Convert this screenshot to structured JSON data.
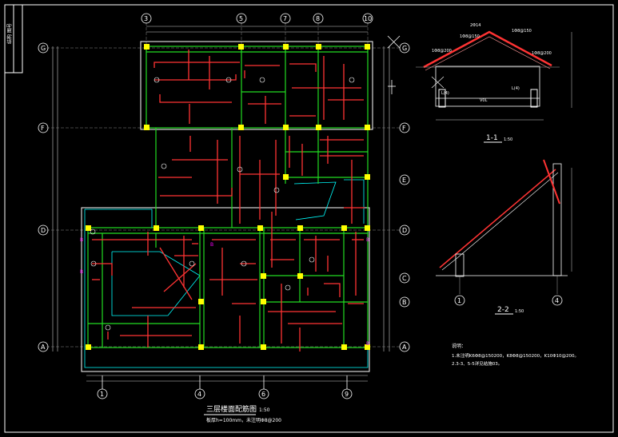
{
  "sheet": {
    "side_label": "结构 图号"
  },
  "plan": {
    "title": "三层楼面配筋图",
    "scale": "1:50",
    "note": "板厚h=100mm，未注明Φ8@200",
    "col_axes": [
      "3",
      "5",
      "7",
      "8",
      "10"
    ],
    "row_axes_left": [
      "G",
      "F",
      "D",
      "A"
    ],
    "row_axes_right": [
      "G",
      "F",
      "E",
      "D",
      "C",
      "B",
      "A"
    ],
    "bottom_axes": [
      "1",
      "4",
      "6",
      "9"
    ]
  },
  "section_1": {
    "title": "1-1",
    "scale": "1:50",
    "labels": [
      "2Φ14",
      "1Φ8@150",
      "1Φ8@150",
      "1Φ8@200",
      "1Φ8@200",
      "L(4)",
      "L(4)",
      "V0L"
    ]
  },
  "section_2": {
    "title": "2-2",
    "scale": "1:50",
    "axis_left": "1",
    "axis_right": "4"
  },
  "notes": {
    "heading": "说明：",
    "line1": "1.未注明K6Φ8@150200，K8Φ8@150200，K10Φ10@200。",
    "line2": "2.3-3、5-5详见结施03。"
  },
  "colors": {
    "frame": "#ffffff",
    "beam": "#22dd22",
    "column": "#ffff00",
    "rebar": "#ff3333",
    "hatch": "#00ffff",
    "dim": "#cccccc",
    "slab_label": "#ff00ff"
  }
}
